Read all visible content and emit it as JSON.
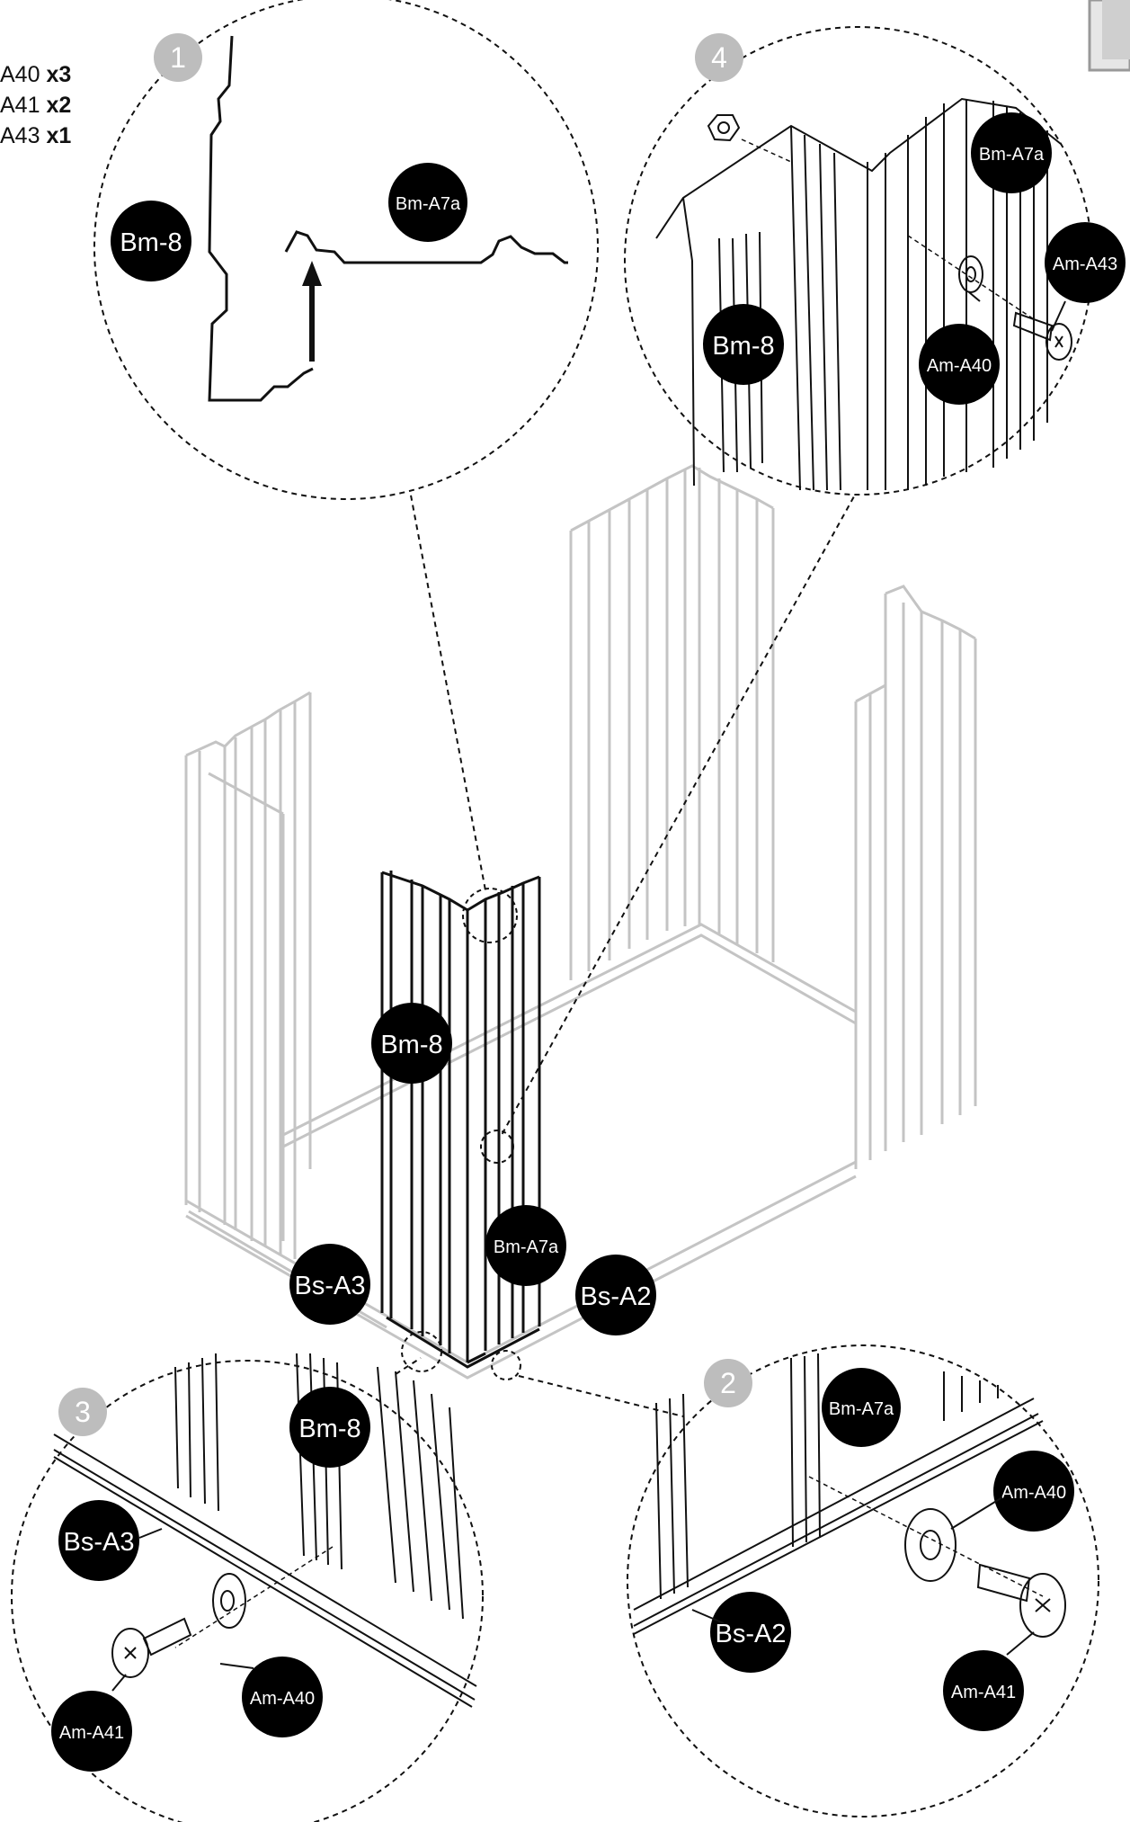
{
  "parts_list": [
    {
      "code": "A40",
      "qty": "x3"
    },
    {
      "code": "A41",
      "qty": "x2"
    },
    {
      "code": "A43",
      "qty": "x1"
    }
  ],
  "steps": {
    "s1": "1",
    "s2": "2",
    "s3": "3",
    "s4": "4"
  },
  "labels": {
    "bm8": "Bm-8",
    "bm_a7a": "Bm-A7a",
    "bs_a2": "Bs-A2",
    "bs_a3": "Bs-A3",
    "am_a40": "Am-A40",
    "am_a41": "Am-A41",
    "am_a43": "Am-A43"
  },
  "colors": {
    "tag_bg": "#000000",
    "tag_text": "#ffffff",
    "step_bg": "#bdbdbd",
    "ghost_line": "#c4c4c4",
    "line": "#111111"
  }
}
